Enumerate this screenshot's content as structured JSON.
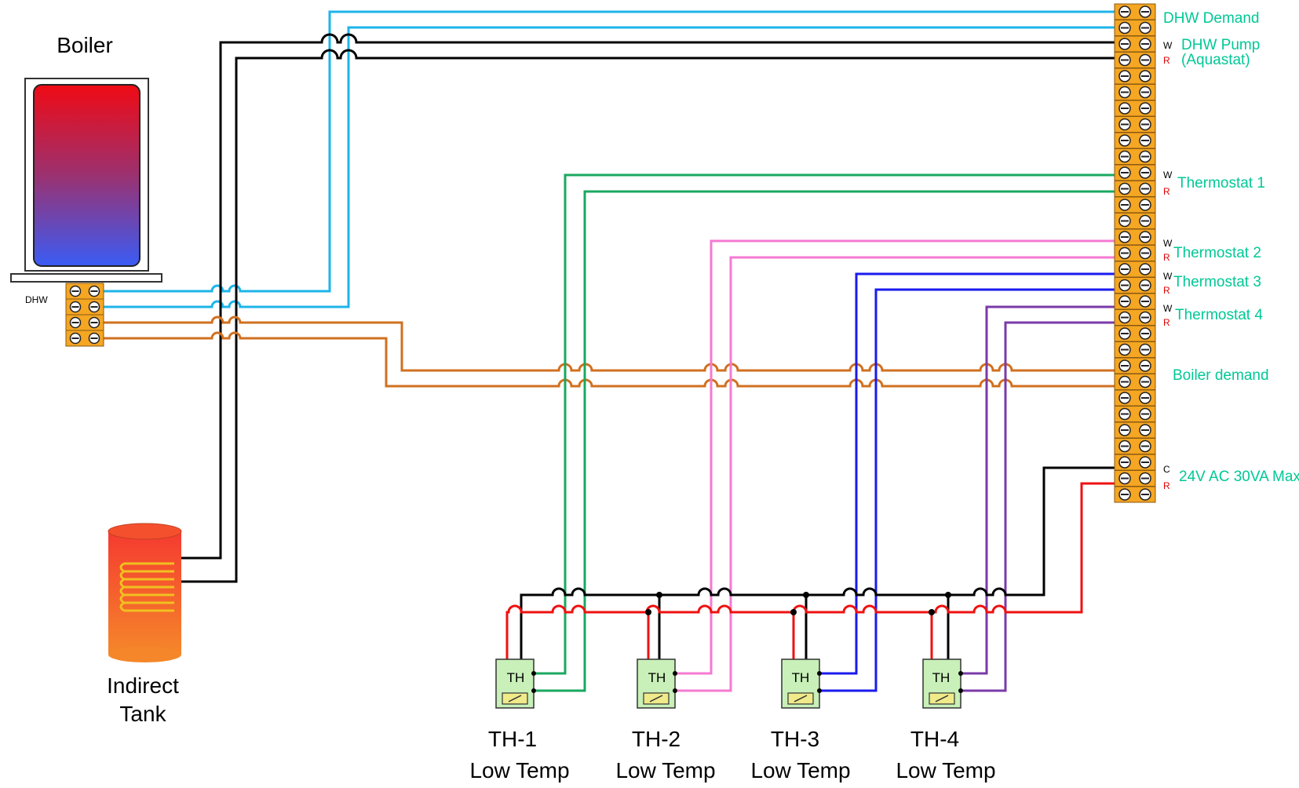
{
  "labels": {
    "boiler": "Boiler",
    "indirect_tank_line1": "Indirect",
    "indirect_tank_line2": "Tank",
    "dhw": "DHW"
  },
  "terminal_labels": {
    "dhw_demand": "DHW Demand",
    "dhw_pump_line1": "DHW Pump",
    "dhw_pump_line2": "(Aquastat)",
    "thermostat1": "Thermostat 1",
    "thermostat2": "Thermostat 2",
    "thermostat3": "Thermostat 3",
    "thermostat4": "Thermostat 4",
    "boiler_demand": "Boiler demand",
    "power": "24V AC 30VA Max."
  },
  "terminal_letters": {
    "w": "W",
    "r": "R",
    "c": "C"
  },
  "thermostats": [
    {
      "tag": "TH",
      "name": "TH-1",
      "desc": "Low Temp"
    },
    {
      "tag": "TH",
      "name": "TH-2",
      "desc": "Low Temp"
    },
    {
      "tag": "TH",
      "name": "TH-3",
      "desc": "Low Temp"
    },
    {
      "tag": "TH",
      "name": "TH-4",
      "desc": "Low Temp"
    }
  ],
  "colors": {
    "dhw_wire": "#1eb4ea",
    "tank_wire": "#000000",
    "boiler_demand_wire": "#d07020",
    "thermostat1_wire": "#1aa860",
    "thermostat2_wire": "#f57ad2",
    "thermostat3_wire": "#1a1aee",
    "thermostat4_wire": "#7a3aa8",
    "power_r": "#ee1111",
    "power_c": "#000000",
    "label_green": "#00c896",
    "terminal": "#f5a623"
  }
}
